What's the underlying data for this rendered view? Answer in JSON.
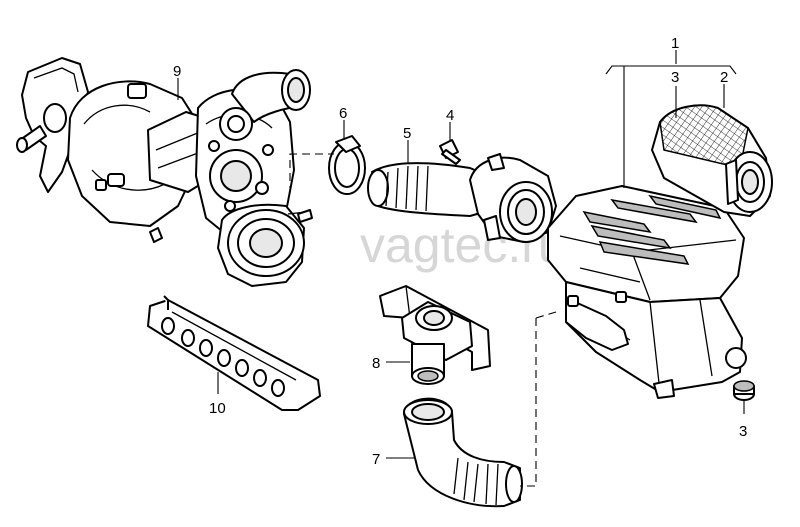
{
  "watermark": "vagtec.ru",
  "callouts": {
    "c1": "1",
    "c2": "2",
    "c3_top": "3",
    "c3_bottom": "3",
    "c4": "4",
    "c5": "5",
    "c6": "6",
    "c7": "7",
    "c8": "8",
    "c9": "9",
    "c10": "10"
  }
}
